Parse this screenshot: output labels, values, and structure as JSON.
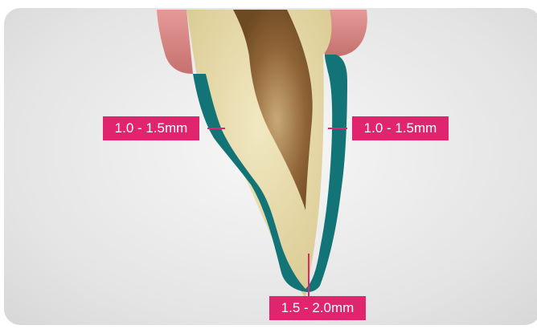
{
  "labels": {
    "buccal": "1.0 - 1.5mm",
    "lingual": "1.0 - 1.5mm",
    "incisal": "1.5 - 2.0mm"
  },
  "colors": {
    "gingiva": "#c9787b",
    "preparation_margin": "#127476",
    "dentin": "#e6d9a9",
    "pulp": "#8a6133",
    "measurement": "#e0246e"
  }
}
